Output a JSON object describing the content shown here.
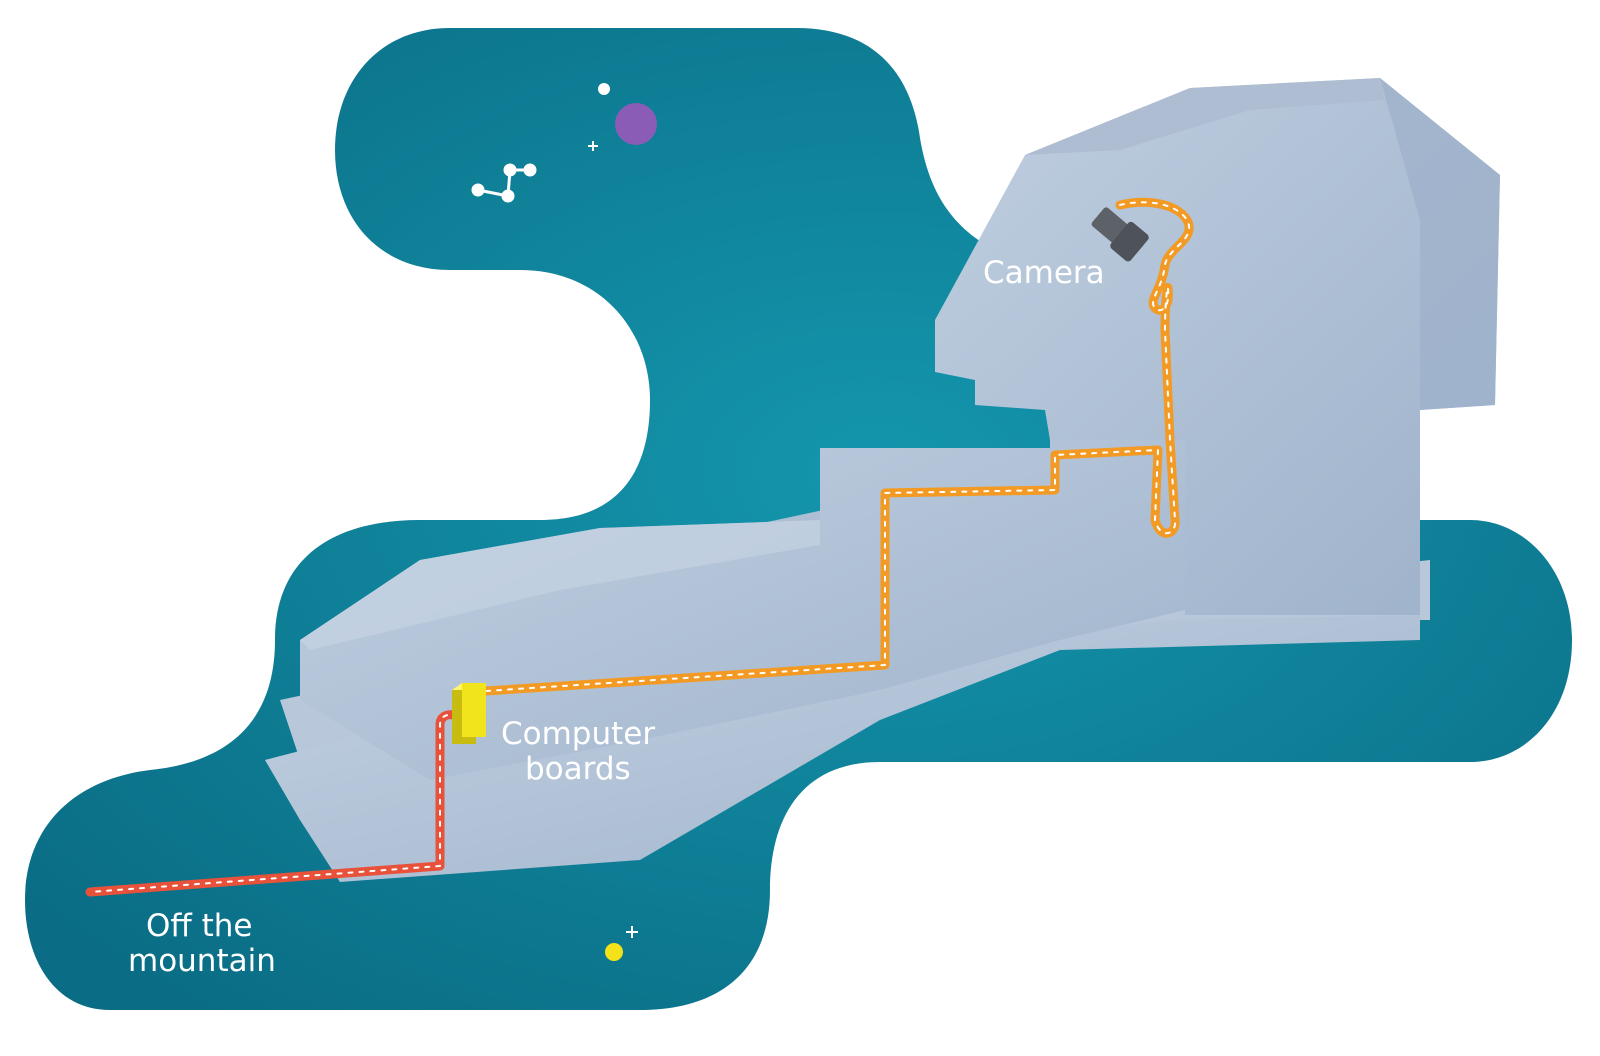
{
  "labels": {
    "camera": "Camera",
    "computer_line1": "Computer",
    "computer_line2": "boards",
    "off_line1": "Off the",
    "off_line2": "mountain"
  },
  "colors": {
    "sky": "#0e8ba3",
    "sky_deep": "#0a6f86",
    "rock_light": "#b9c9dd",
    "rock_mid": "#a6b8cf",
    "rock_dark": "#95a9c3",
    "cable_orange": "#f39a24",
    "cable_red": "#e8513a",
    "box_yellow": "#f2e41c",
    "box_side": "#c8bc10",
    "camera_gray": "#5d6168",
    "planet_purple": "#8a5cb6",
    "star_yellow": "#f3e11a",
    "text": "#ffffff"
  },
  "icons": [
    "constellation-icon",
    "planet-icon",
    "star-icon",
    "sparkle-icon",
    "camera-icon",
    "computer-box-icon"
  ]
}
